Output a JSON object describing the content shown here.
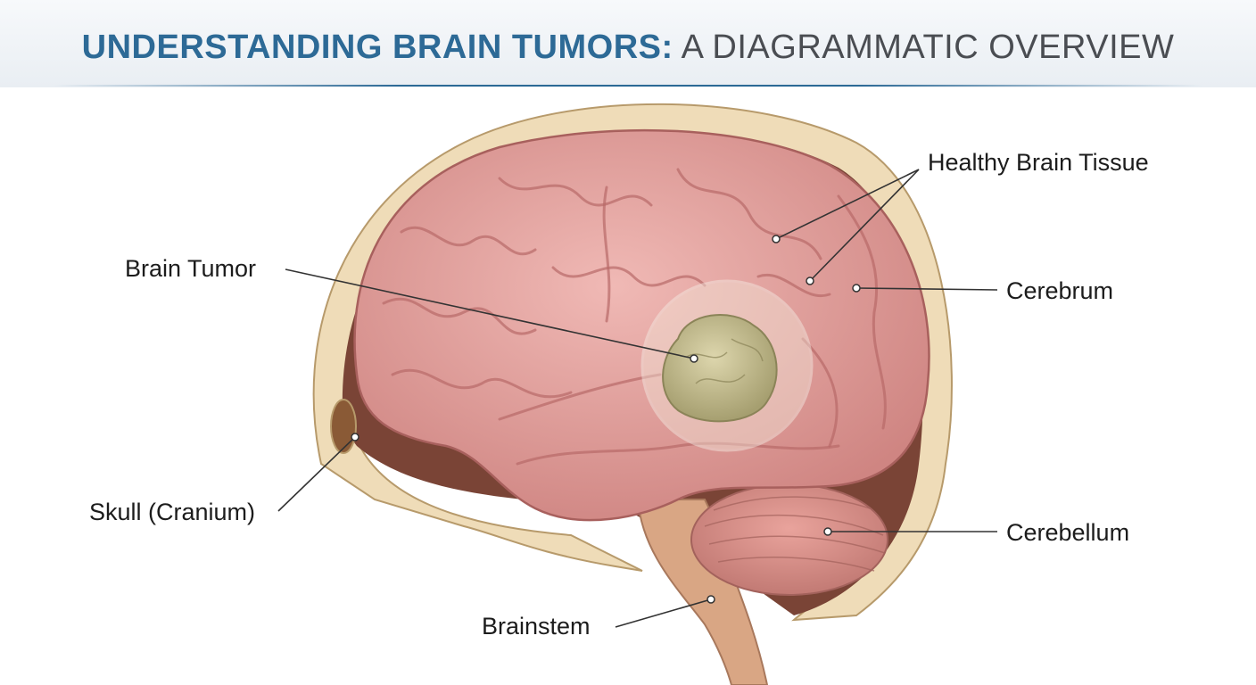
{
  "title": {
    "strong": "UNDERSTANDING BRAIN TUMORS:",
    "light": " A DIAGRAMMATIC OVERVIEW"
  },
  "labels": {
    "healthy_tissue": "Healthy Brain Tissue",
    "tumor": "Brain Tumor",
    "cerebrum": "Cerebrum",
    "skull": "Skull (Cranium)",
    "cerebellum": "Cerebellum",
    "brainstem": "Brainstem"
  },
  "colors": {
    "title_accent": "#2d6a96",
    "brain": "#e3a3a0",
    "skull": "#efdcb8",
    "tumor": "#c9c196"
  }
}
